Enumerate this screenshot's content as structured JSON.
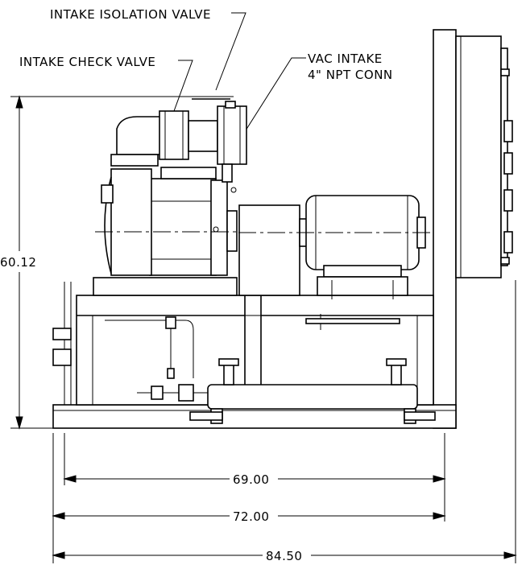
{
  "labels": {
    "intake_isolation_valve": "INTAKE ISOLATION VALVE",
    "intake_check_valve": "INTAKE CHECK VALVE",
    "vac_intake_line1": "VAC INTAKE",
    "vac_intake_line2": "4\" NPT CONN"
  },
  "dimensions": {
    "height": "60.12",
    "width_inner": "69.00",
    "width_middle": "72.00",
    "width_overall": "84.50"
  }
}
